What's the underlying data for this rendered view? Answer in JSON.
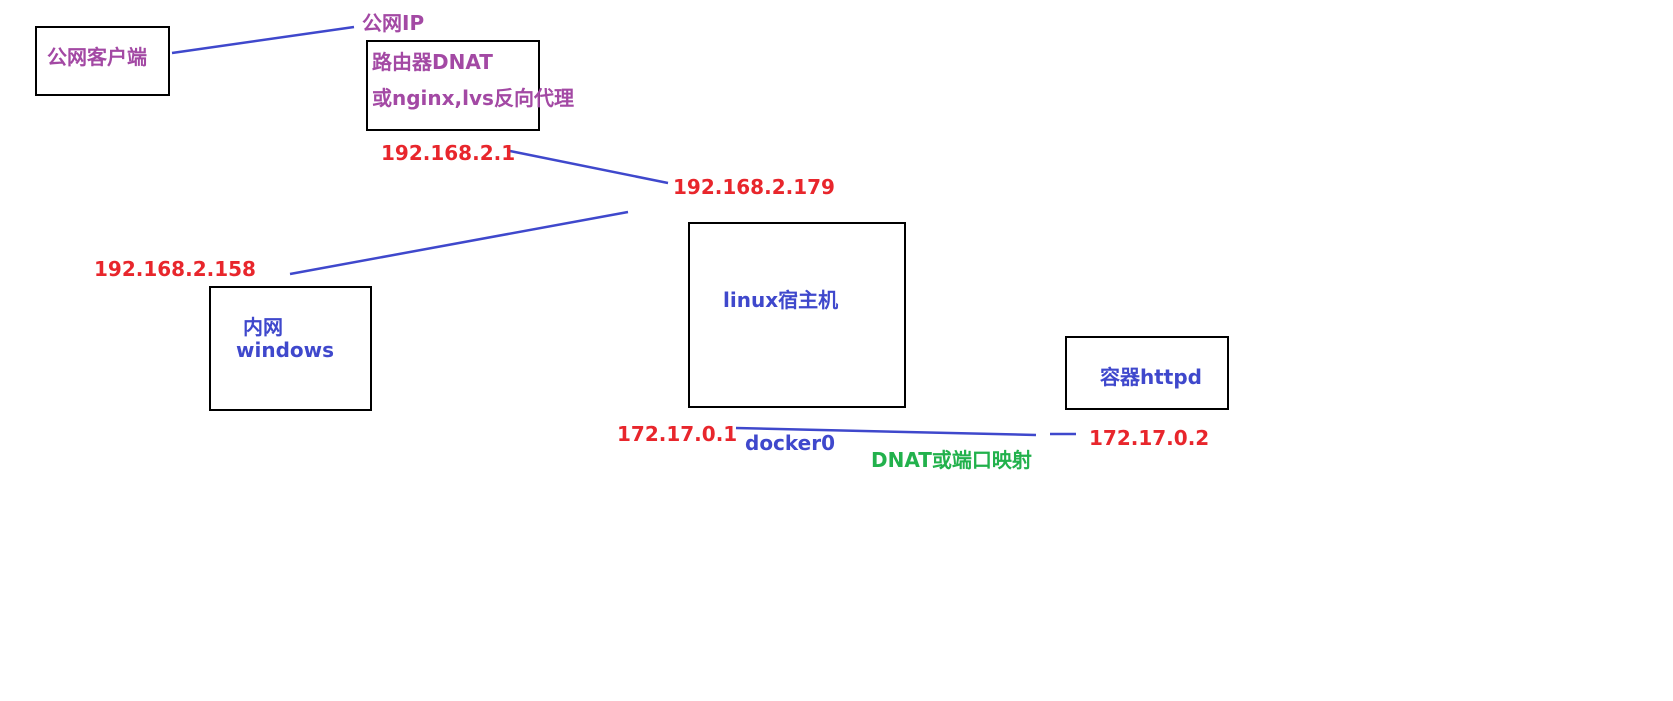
{
  "nodes": {
    "public_client": {
      "label": "公网客户端"
    },
    "router": {
      "line1": "路由器DNAT",
      "line2": "或nginx,lvs反向代理",
      "public_ip": "公网IP"
    },
    "windows": {
      "line1": "内网",
      "line2": "windows"
    },
    "linux_host": {
      "label": "linux宿主机"
    },
    "container": {
      "label": "容器httpd"
    }
  },
  "addresses": {
    "router_lan": "192.168.2.1",
    "host_lan": "192.168.2.179",
    "windows_lan": "192.168.2.158",
    "docker_bridge": "172.17.0.1",
    "container_ip": "172.17.0.2"
  },
  "annotations": {
    "bridge_name": "docker0",
    "mapping": "DNAT或端口映射"
  },
  "colors": {
    "purple": "#a349a4",
    "red": "#e8262c",
    "blue": "#3f48cc",
    "green": "#22b14c",
    "box_border": "#000000",
    "line": "#3f48cc"
  }
}
